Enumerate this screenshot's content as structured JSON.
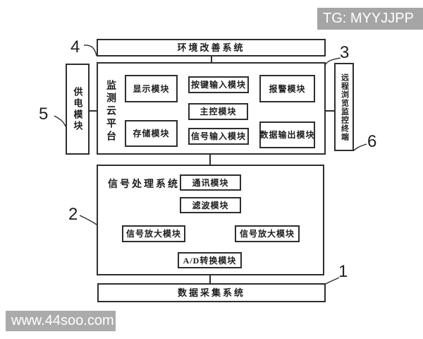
{
  "watermarks": {
    "top_right": "TG: MYYJJPP",
    "bottom_left": "www.44soo.com"
  },
  "colors": {
    "line": "#2e2e2e",
    "background": "#ffffff",
    "watermark_bg_top": "#a5a5a5",
    "watermark_bg_bottom": "#ababab",
    "watermark_text": "#ffffff"
  },
  "diagram": {
    "top_system": {
      "label": "环境改善系统",
      "ref": "4"
    },
    "monitoring_platform": {
      "label": "监测云平台",
      "ref": "3",
      "modules": {
        "display": "显示模块",
        "key_input": "按键输入模块",
        "alarm": "报警模块",
        "main_control": "主控模块",
        "storage": "存储模块",
        "signal_input": "信号输入模块",
        "data_output": "数据输出模块"
      }
    },
    "power_module": {
      "label": "供电模块",
      "ref": "5"
    },
    "remote_terminal": {
      "label": "远程浏览监控终端",
      "ref": "6"
    },
    "signal_processing": {
      "label": "信号处理系统",
      "ref": "2",
      "modules": {
        "communication": "通讯模块",
        "filter": "滤波模块",
        "amplifier_left": "信号放大模块",
        "amplifier_right": "信号放大模块",
        "ad_converter": "A/D转换模块"
      }
    },
    "data_acquisition": {
      "label": "数据采集系统",
      "ref": "1"
    }
  }
}
